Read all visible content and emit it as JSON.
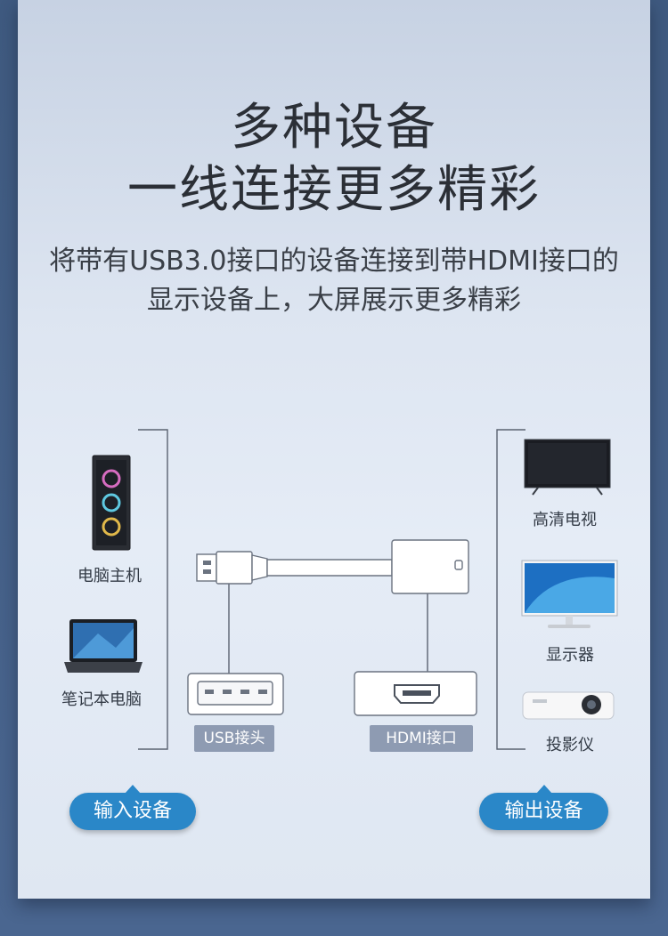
{
  "headline": {
    "line1": "多种设备",
    "line2": "一线连接更多精彩"
  },
  "subtitle": {
    "line1": "将带有USB3.0接口的设备连接到带HDMI接口的",
    "line2": "显示设备上，大屏展示更多精彩"
  },
  "input_devices": [
    {
      "label": "电脑主机",
      "icon": "desktop-tower-icon"
    },
    {
      "label": "笔记本电脑",
      "icon": "laptop-icon"
    }
  ],
  "output_devices": [
    {
      "label": "高清电视",
      "icon": "tv-icon"
    },
    {
      "label": "显示器",
      "icon": "monitor-icon"
    },
    {
      "label": "投影仪",
      "icon": "projector-icon"
    }
  ],
  "ports": {
    "usb_label": "USB接头",
    "hdmi_label": "HDMI接口"
  },
  "groups": {
    "input_label": "输入设备",
    "output_label": "输出设备"
  },
  "colors": {
    "accent": "#2a87c8",
    "pill": "#8e9bb2",
    "line": "#5a6270"
  }
}
